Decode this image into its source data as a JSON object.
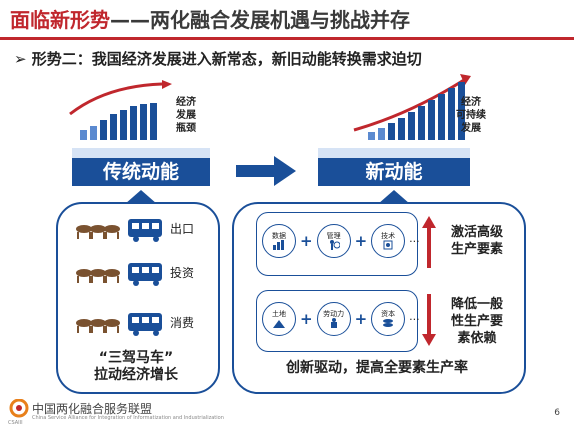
{
  "header": {
    "title_red": "面临新形势",
    "title_dark": "——两化融合发展机遇与挑战并存"
  },
  "subtitle": "➢  形势二：我国经济发展进入新常态，新旧动能转换需求迫切",
  "left": {
    "chart_label": [
      "经济",
      "发展",
      "瓶颈"
    ],
    "banner": "传统动能",
    "rows": [
      "出口",
      "投资",
      "消费"
    ],
    "caption_line1": "“三驾马车”",
    "caption_line2": "拉动经济增长"
  },
  "right": {
    "chart_label": [
      "经济",
      "可持续",
      "发展"
    ],
    "banner": "新动能",
    "top_row": [
      "数据",
      "管理",
      "技术"
    ],
    "bottom_row": [
      "土地",
      "劳动力",
      "资本"
    ],
    "top_side": [
      "激活高级",
      "生产要素"
    ],
    "bottom_side": [
      "降低一般",
      "性生产要",
      "素依赖"
    ],
    "caption": "创新驱动，提高全要素生产率"
  },
  "footer": {
    "org": "中国两化融合服务联盟",
    "org_en": "China Service Alliance for Integration of Informatization and Industrialization",
    "logo_text": "CSAIII",
    "page": "6"
  },
  "colors": {
    "accent": "#c0272d",
    "blue": "#1a4f99"
  }
}
